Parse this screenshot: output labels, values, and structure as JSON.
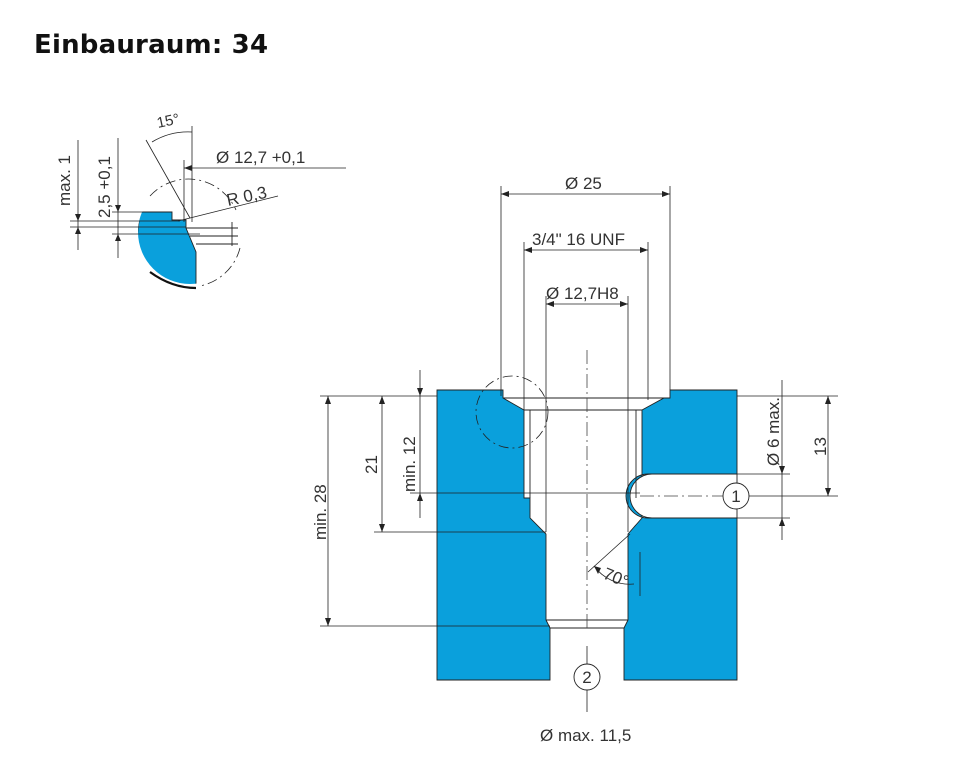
{
  "title": "Einbauraum: 34",
  "colors": {
    "material": "#0aa0dc",
    "line": "#222222",
    "text": "#333333"
  },
  "detail": {
    "angle": "15°",
    "diameter": "Ø 12,7 +0,1",
    "radius": "R 0,3",
    "max_depth": "max. 1",
    "depth": "2,5 +0,1"
  },
  "main": {
    "d25": "Ø 25",
    "thread": "3/4\" 16 UNF",
    "d127": "Ø 12,7H8",
    "min28": "min. 28",
    "d21": "21",
    "min12": "min. 12",
    "d6": "Ø 6 max.",
    "d13": "13",
    "angle70": "70°",
    "port1": "1",
    "port2": "2",
    "dmax": "Ø max. 11,5"
  }
}
